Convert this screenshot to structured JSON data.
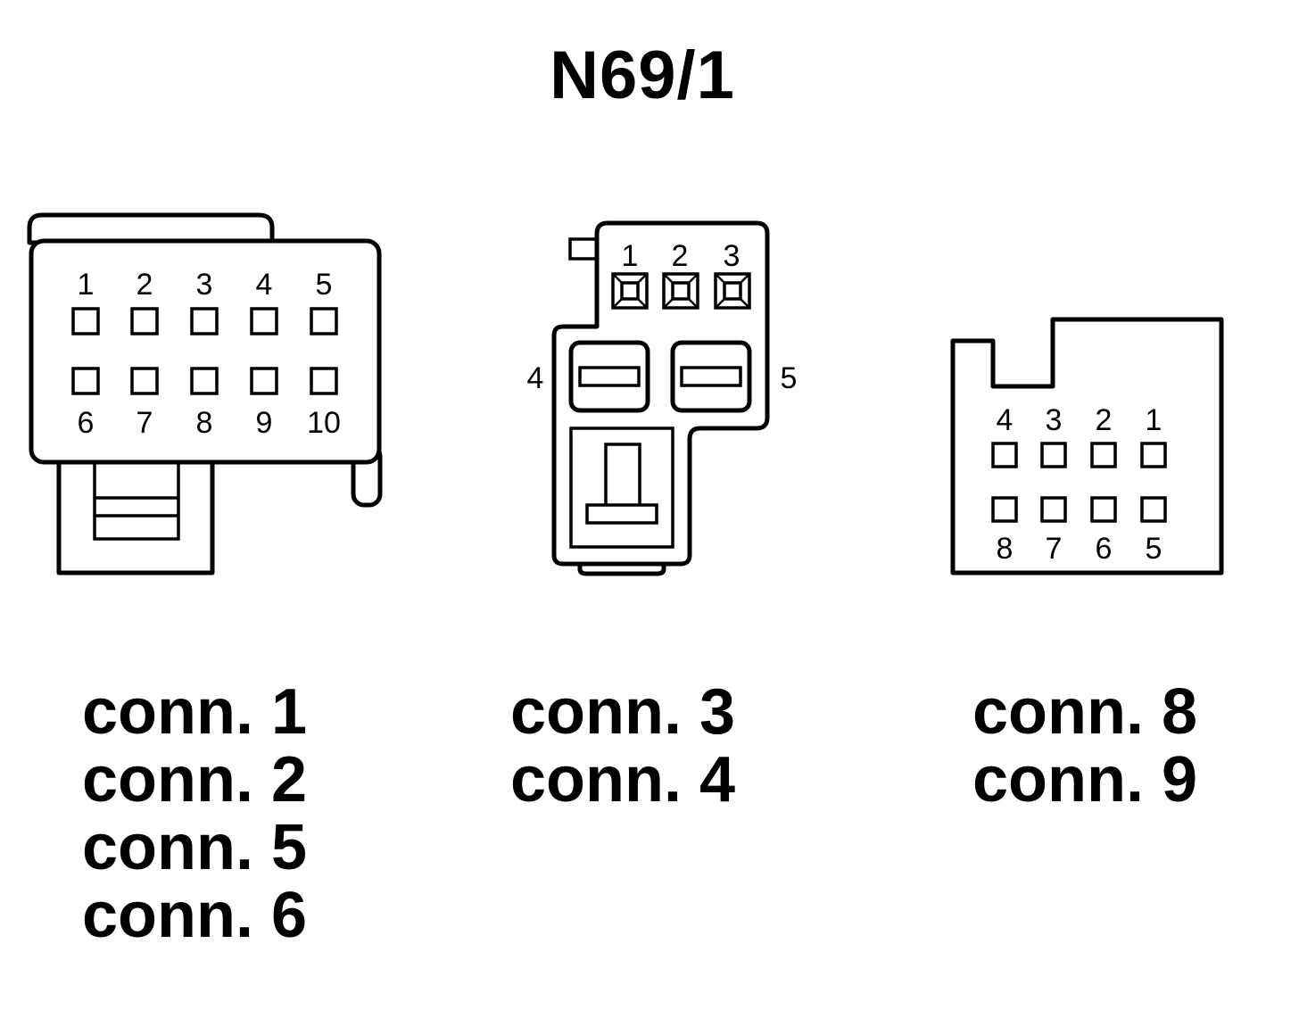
{
  "title": "N69/1",
  "connector_a": {
    "pins_top": [
      "1",
      "2",
      "3",
      "4",
      "5"
    ],
    "pins_bottom": [
      "6",
      "7",
      "8",
      "9",
      "10"
    ],
    "labels": [
      "conn. 1",
      "conn. 2",
      "conn. 5",
      "conn. 6"
    ]
  },
  "connector_b": {
    "pins_top": [
      "1",
      "2",
      "3"
    ],
    "pin_left": "4",
    "pin_right": "5",
    "labels": [
      "conn. 3",
      "conn. 4"
    ]
  },
  "connector_c": {
    "pins_top": [
      "4",
      "3",
      "2",
      "1"
    ],
    "pins_bottom": [
      "8",
      "7",
      "6",
      "5"
    ],
    "labels": [
      "conn. 8",
      "conn. 9"
    ]
  }
}
